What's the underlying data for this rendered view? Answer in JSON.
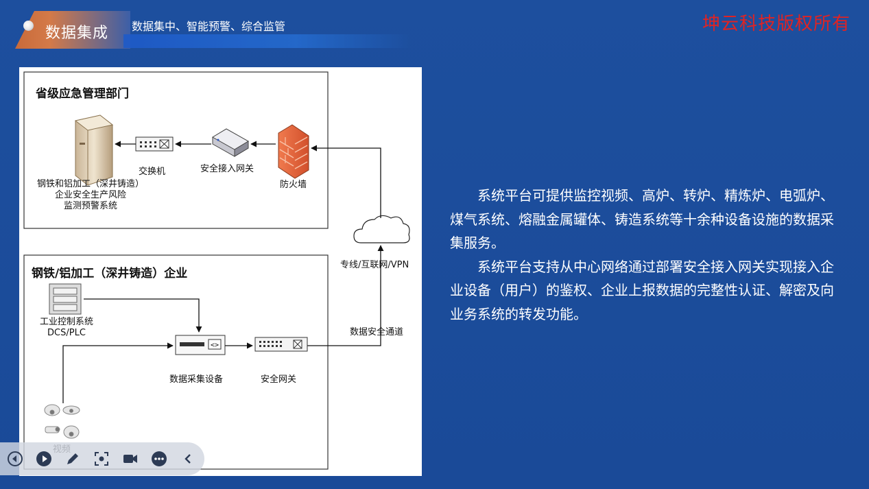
{
  "header": {
    "title": "数据集成",
    "subtitle": "数据集中、智能预警、综合监管"
  },
  "watermark": "坤云科技版权所有",
  "diagram": {
    "province": {
      "title": "省级应急管理部门",
      "server_label": [
        "钢铁和铝加工（深井铸造）",
        "企业安全生产风险",
        "监测预警系统"
      ],
      "switch_label": "交换机",
      "gateway_label": "安全接入网关",
      "firewall_label": "防火墙"
    },
    "network_label": "专线/互联网/VPN",
    "channel_label": "数据安全通道",
    "enterprise": {
      "title": "钢铁/铝加工（深井铸造）企业",
      "ics_label": [
        "工业控制系统",
        "DCS/PLC"
      ],
      "collector_label": "数据采集设备",
      "gateway_label": "安全网关",
      "video_label": "视频"
    }
  },
  "body": {
    "paragraphs": [
      "系统平台可提供监控视频、高炉、转炉、精炼炉、电弧炉、煤气系统、熔融金属罐体、铸造系统等十余种设备设施的数据采集服务。",
      "系统平台支持从中心网络通过部署安全接入网关实现接入企业设备（用户）的鉴权、企业上报数据的完整性认证、解密及向业务系统的转发功能。"
    ]
  },
  "toolbar": {
    "icons": [
      "back-icon",
      "play-icon",
      "pen-icon",
      "screenshot-icon",
      "camera-icon",
      "more-icon",
      "collapse-icon"
    ]
  },
  "colors": {
    "background": "#1b4b9a",
    "watermark": "#e02323",
    "accent": "#d47a48",
    "firewall": "#e8623a"
  }
}
